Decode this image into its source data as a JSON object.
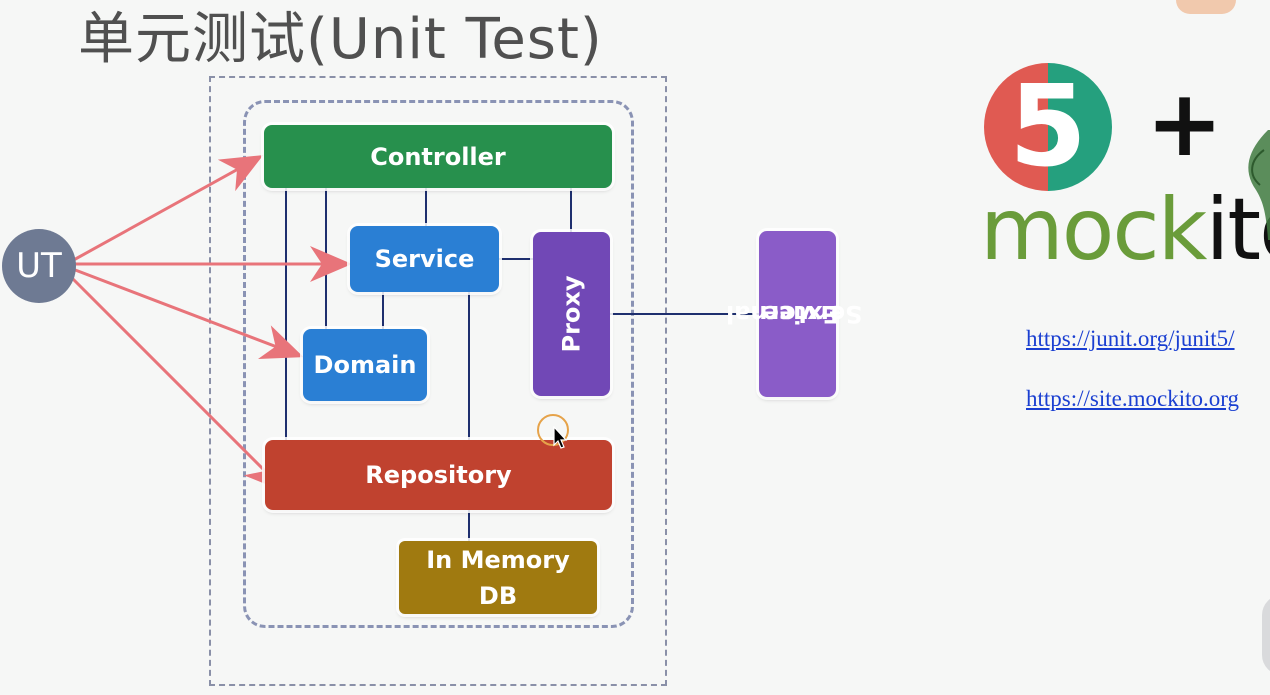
{
  "title": "单元测试(Unit Test)",
  "ut_label": "UT",
  "layers": {
    "controller": "Controller",
    "service": "Service",
    "domain": "Domain",
    "proxy": "Proxy",
    "repository": "Repository",
    "in_memory_db_line1": "In Memory",
    "in_memory_db_line2": "DB",
    "external_service_line1": "External",
    "external_service_line2": "Service"
  },
  "logos": {
    "junit_digit": "5",
    "plus": "+",
    "mockito_part1": "mock",
    "mockito_part2": "ito"
  },
  "links": [
    "https://junit.org/junit5/",
    "https://site.mockito.org"
  ],
  "colors": {
    "controller": "#27904d",
    "service": "#2a7fd4",
    "domain": "#2a7fd4",
    "proxy": "#7148b6",
    "repository": "#c0422f",
    "in_memory_db": "#a07a10",
    "external_service": "#8a5cc8",
    "arrow": "#e8747a",
    "connector": "#1e2f6e"
  }
}
